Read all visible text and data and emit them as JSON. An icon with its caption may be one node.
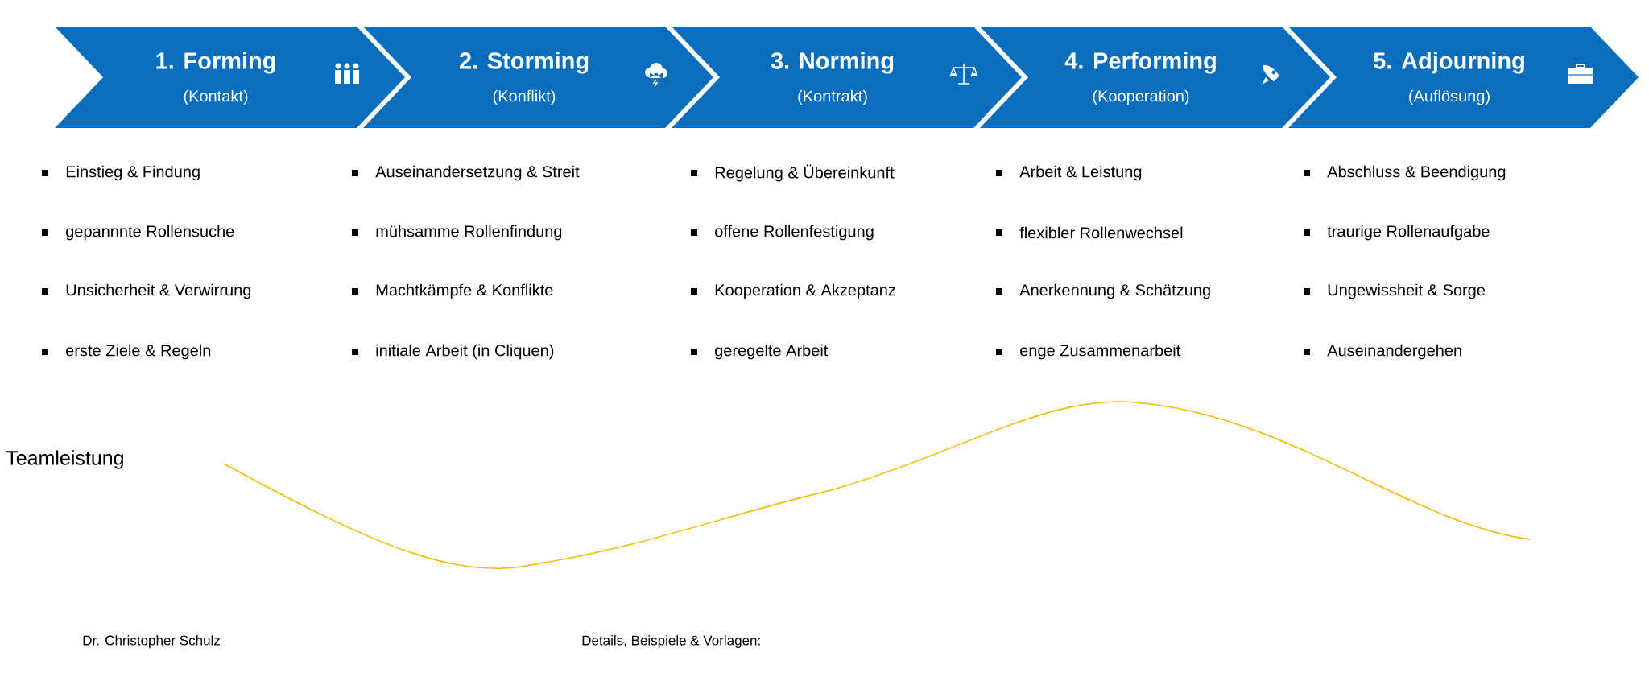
{
  "diagram": {
    "nodes": [
      {
        "text": [
          "1. Forming",
          "(Kontakt)"
        ]
      },
      {
        "text": [
          "2. Storming",
          "(Konflikt)"
        ]
      },
      {
        "text": [
          "3. Norming",
          "(Kontrakt)"
        ]
      },
      {
        "text": [
          "4. Performing",
          "(Kooperation)"
        ]
      },
      {
        "text": [
          "5. Adjourning",
          "(Auflösung)"
        ]
      }
    ],
    "labels": [
      "Einstieg & Findung",
      "gepannnte Rollensuche",
      "Unsicherheit & Verwirrung",
      "erste Ziele & Regeln",
      "Auseinandersetzung & Streit",
      "mühsamme Rollenfindung",
      "Machtkämpfe & Konflikte",
      "initiale Arbeit (in Cliquen)",
      "Regelung & Übereinkunft",
      "offene Rollenfestigung",
      "Kooperation & Akzeptanz",
      "geregelte Arbeit",
      "Arbeit & Leistung",
      "flexibler Rollenwechsel",
      "Anerkennung & Schätzung",
      "enge Zusammenarbeit",
      "Abschluss & Beendigung",
      "traurige Rollenaufgabe",
      "Ungewissheit & Sorge",
      "Auseinandergehen",
      "Teamleistung",
      "Dr. Christopher Schulz",
      "Details, Beispiele & Vorlagen:"
    ]
  }
}
